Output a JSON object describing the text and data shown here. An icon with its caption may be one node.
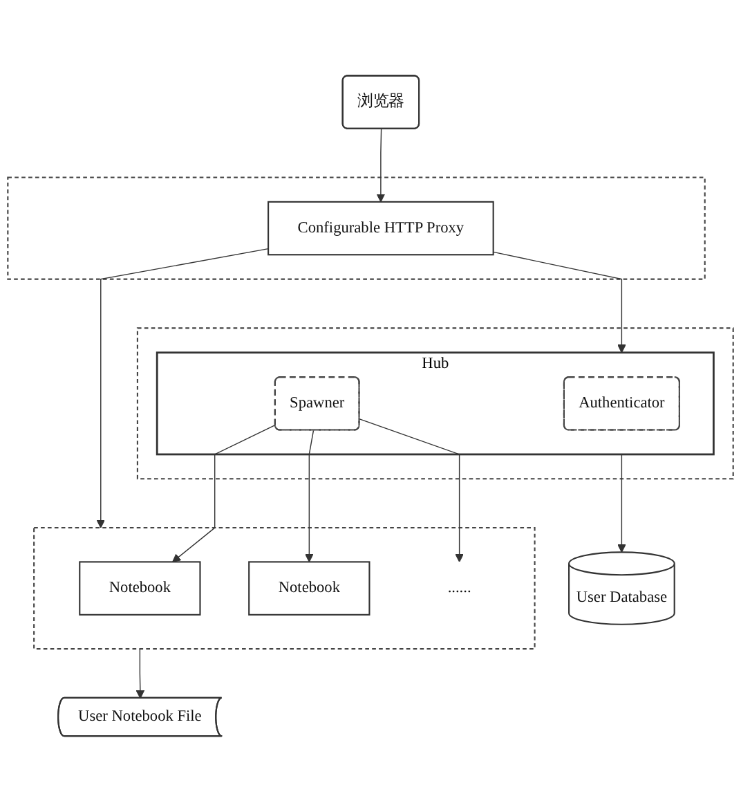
{
  "diagram": {
    "nodes": [
      {
        "text": [
          "浏览器"
        ]
      },
      {
        "text": [],
        "shape": "box"
      },
      {
        "text": [
          "Configurable HTTP Proxy"
        ],
        "in": 1
      },
      {
        "text": [],
        "shape": "box"
      },
      {
        "text": [
          "Hub"
        ],
        "in": 3
      },
      {
        "text": [
          "Authenticator"
        ],
        "in": 4
      },
      {
        "text": [
          "Spawner"
        ],
        "in": 4
      },
      {
        "text": [],
        "shape": "box"
      },
      {
        "text": [
          "Notebook"
        ],
        "in": 7
      },
      {
        "text": [
          "Notebook"
        ],
        "in": 7
      },
      {
        "text": [
          "......"
        ],
        "in": 7
      },
      {
        "text": [
          "User Database"
        ]
      },
      {
        "text": [
          "User Notebook File"
        ]
      }
    ],
    "edges": [
      {
        "from": 0,
        "to": 2,
        "arrow": "to"
      },
      {
        "from": 2,
        "to": 4,
        "arrow": "to"
      },
      {
        "from": 2,
        "to": 7,
        "arrow": "to"
      },
      {
        "from": 6,
        "to": 8,
        "arrow": "to"
      },
      {
        "from": 6,
        "to": 9,
        "arrow": "to"
      },
      {
        "from": 6,
        "to": 10,
        "arrow": "to"
      },
      {
        "from": 4,
        "to": 11,
        "arrow": "to"
      },
      {
        "from": 7,
        "to": 12,
        "arrow": "to"
      }
    ]
  }
}
